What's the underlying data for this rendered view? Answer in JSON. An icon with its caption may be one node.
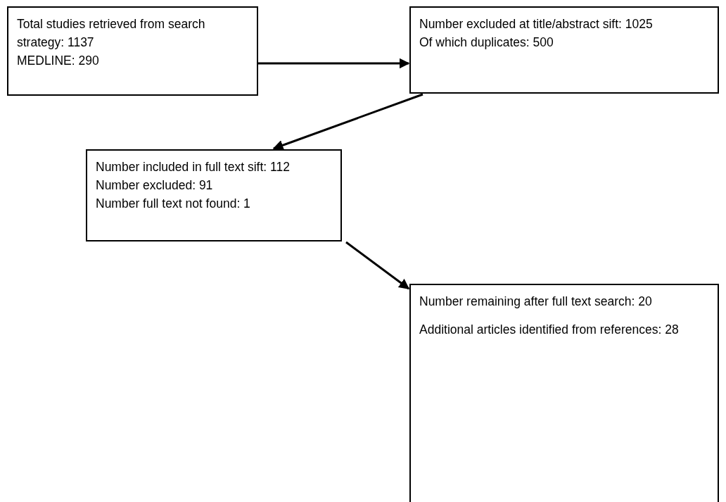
{
  "diagram": {
    "nodes": [
      {
        "text": [
          "Total studies retrieved from search strategy: 1137",
          "MEDLINE: 290"
        ]
      },
      {
        "text": [
          "Number excluded at title/abstract sift: 1025",
          "Of which duplicates: 500"
        ]
      },
      {
        "text": [
          "Number included in full text sift: 112",
          "Number excluded: 91",
          "Number full text not found: 1"
        ]
      },
      {
        "text": [
          "Number remaining after full text search: 20",
          "Additional articles identified from references: 28"
        ]
      }
    ],
    "edges": [
      {
        "from": 0,
        "to": 1,
        "arrow": "to"
      },
      {
        "from": 1,
        "to": 2,
        "arrow": "to"
      },
      {
        "from": 2,
        "to": 3,
        "arrow": "to"
      }
    ]
  }
}
